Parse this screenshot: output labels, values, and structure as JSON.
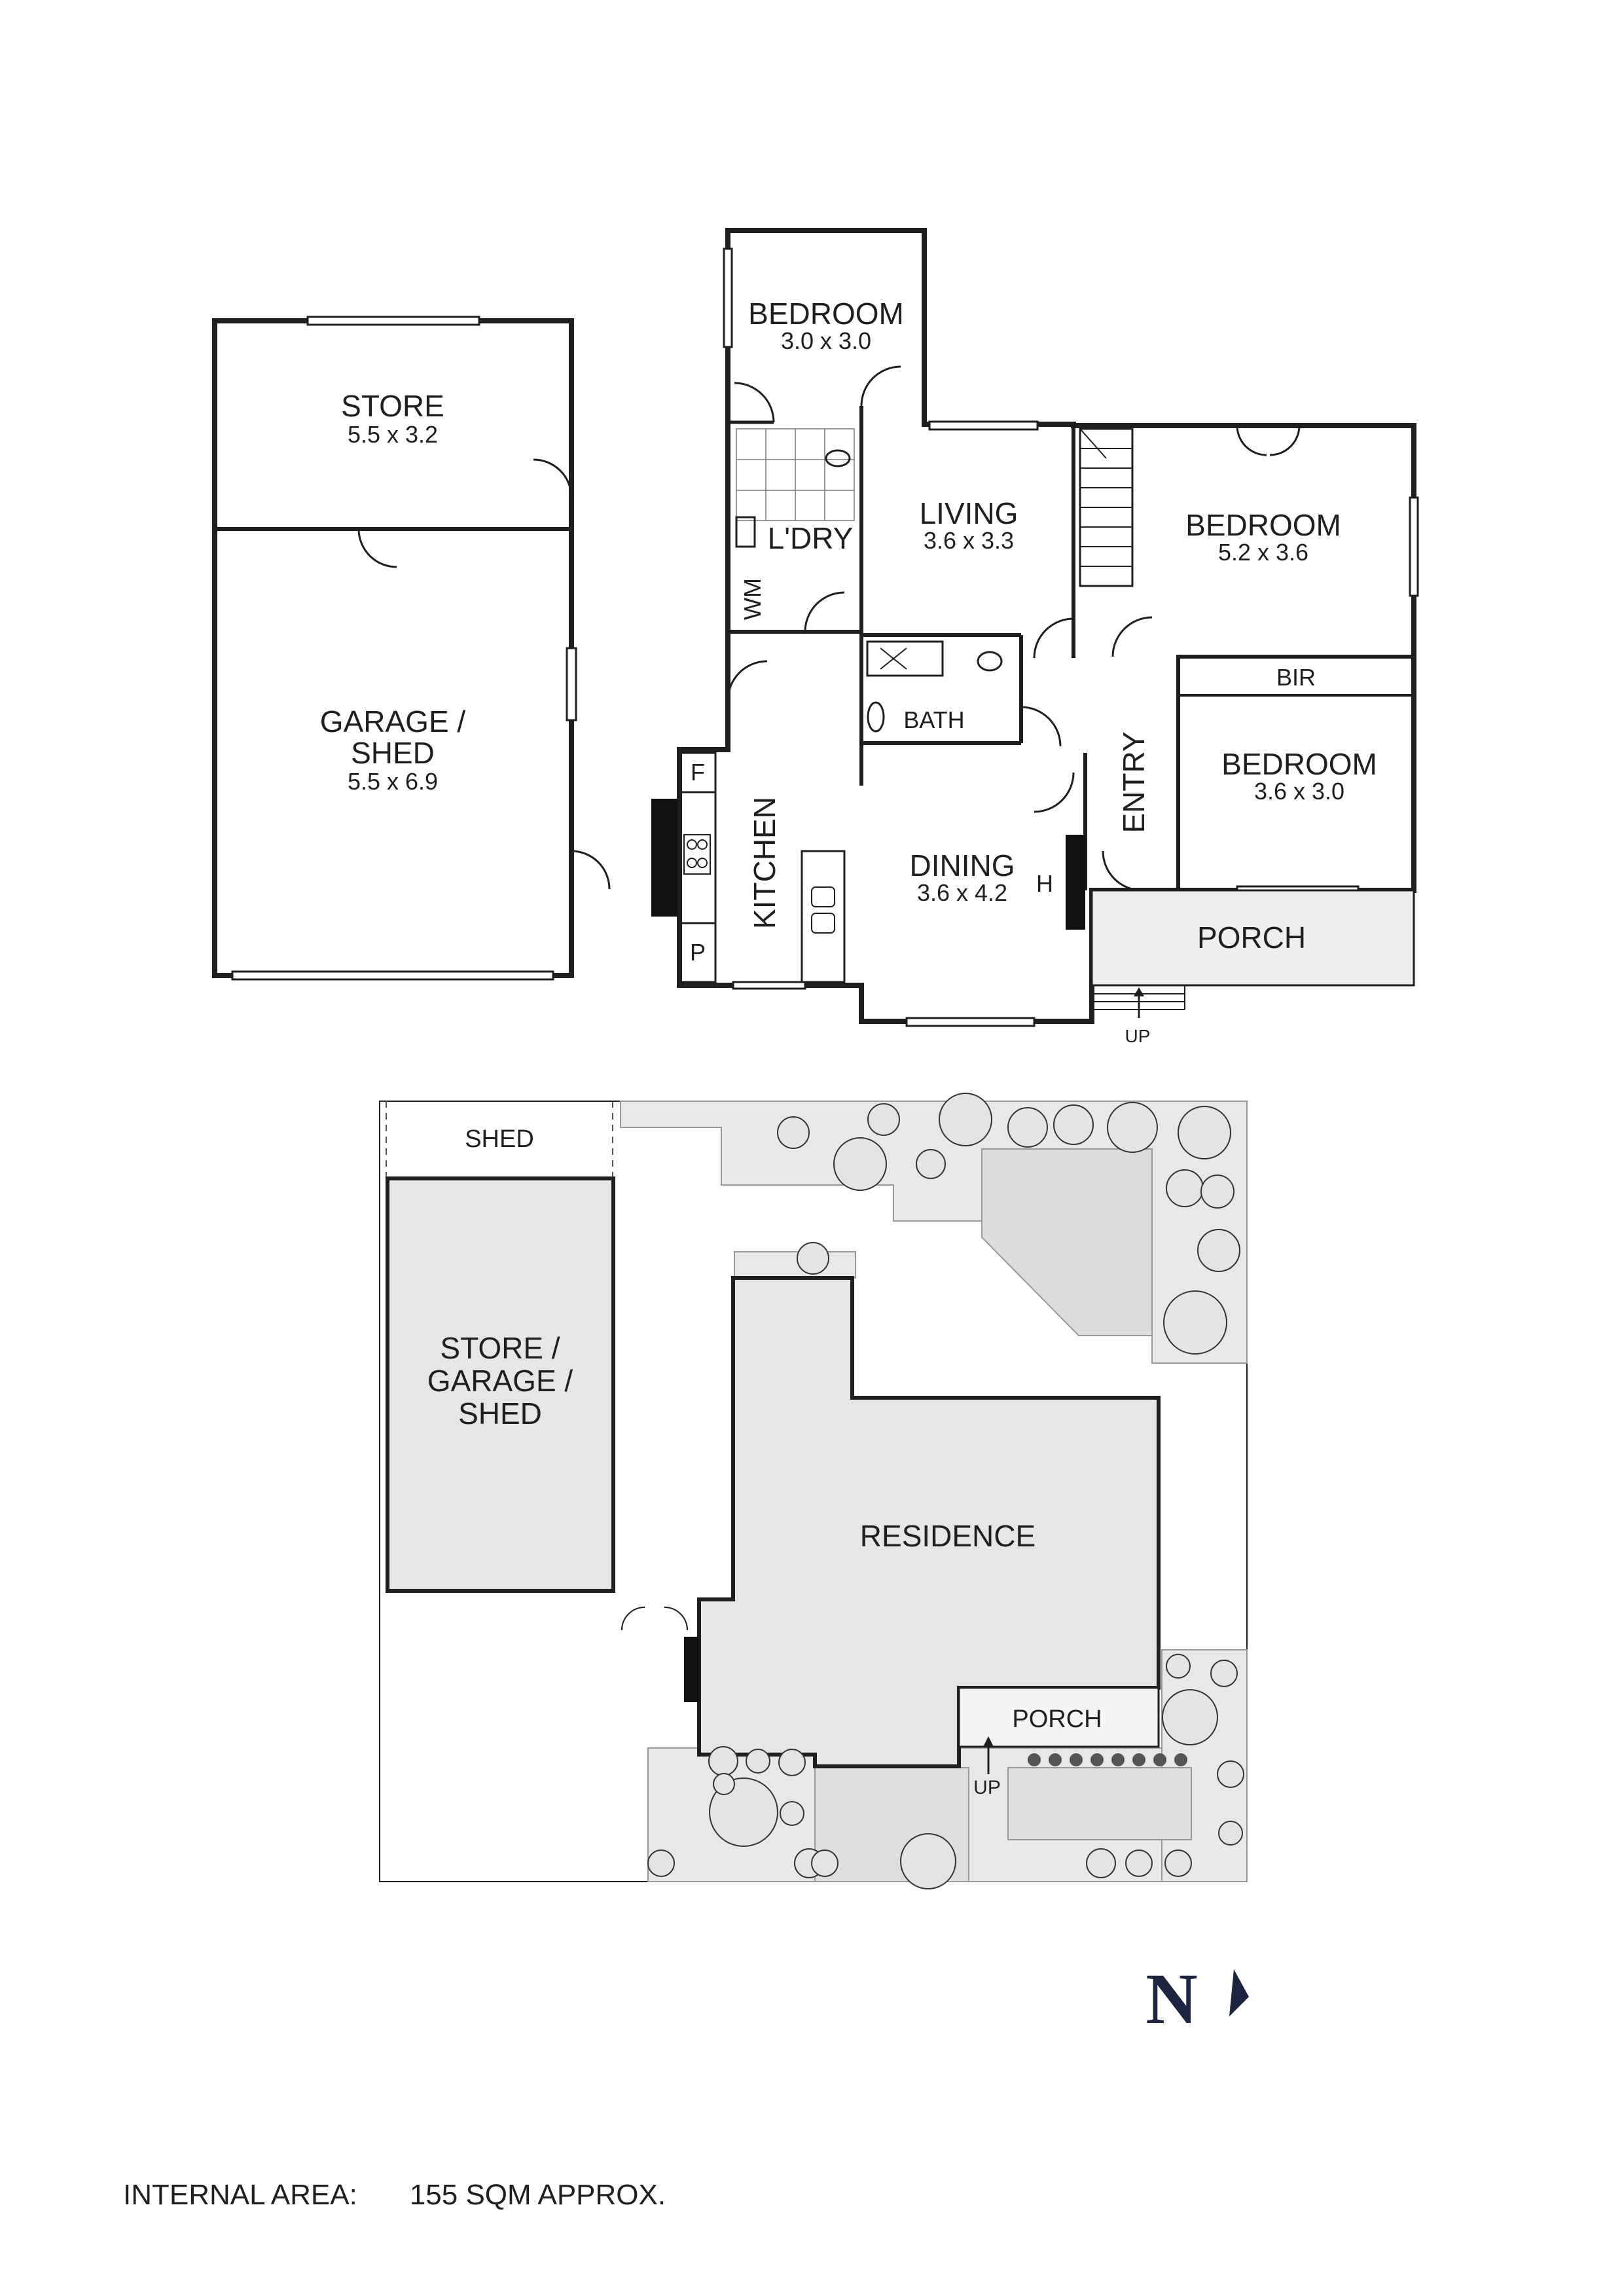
{
  "floor_plan": {
    "rooms": [
      {
        "id": "store",
        "name": "STORE",
        "size": "5.5 x 3.2"
      },
      {
        "id": "garage",
        "name_line1": "GARAGE /",
        "name_line2": "SHED",
        "size": "5.5 x 6.9"
      },
      {
        "id": "bedroom1",
        "name": "BEDROOM",
        "size": "3.0 x 3.0"
      },
      {
        "id": "living",
        "name": "LIVING",
        "size": "3.6 x 3.3"
      },
      {
        "id": "bedroom2",
        "name": "BEDROOM",
        "size": "5.2 x 3.6"
      },
      {
        "id": "bedroom3",
        "name": "BEDROOM",
        "size": "3.6 x 3.0"
      },
      {
        "id": "dining",
        "name": "DINING",
        "size": "3.6 x 4.2"
      }
    ],
    "labels": {
      "laundry": "L'DRY",
      "wm": "WM",
      "bath": "BATH",
      "bir": "BIR",
      "kitchen": "KITCHEN",
      "entry": "ENTRY",
      "porch": "PORCH",
      "fridge": "F",
      "pantry": "P",
      "heater": "H",
      "up": "UP"
    }
  },
  "site_plan": {
    "shed": "SHED",
    "outbuilding_lines": [
      "STORE /",
      "GARAGE /",
      "SHED"
    ],
    "residence": "RESIDENCE",
    "porch": "PORCH",
    "up": "UP"
  },
  "compass": {
    "letter": "N",
    "icon": "north-arrow-icon"
  },
  "footer": {
    "label": "INTERNAL AREA:",
    "value": "155 SQM APPROX."
  }
}
